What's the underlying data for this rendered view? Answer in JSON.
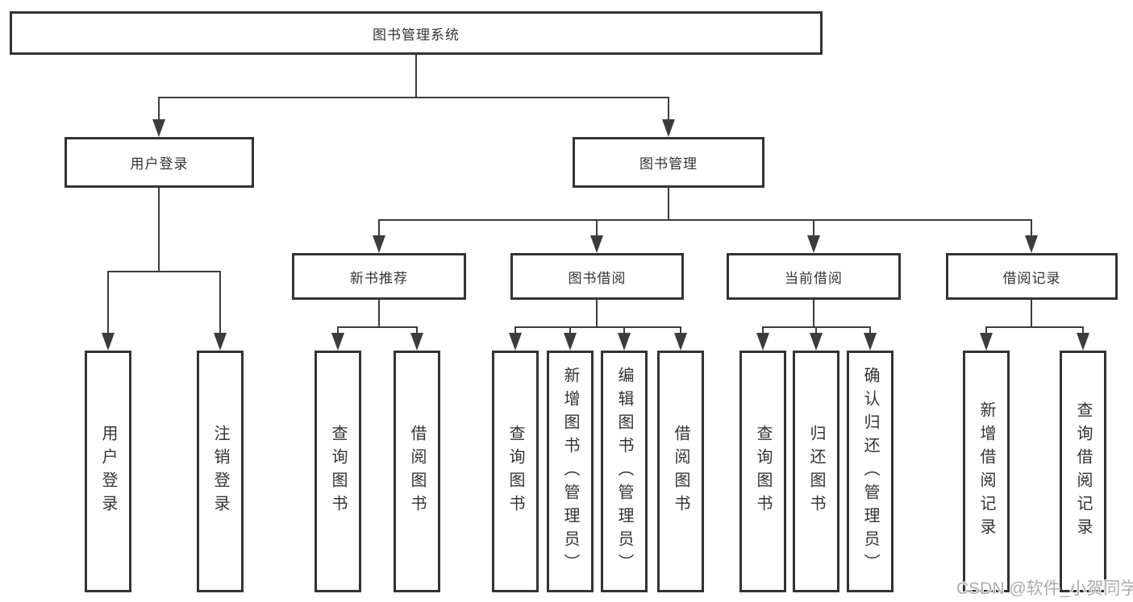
{
  "tree": {
    "label": "图书管理系统",
    "children": [
      {
        "label": "用户登录",
        "children": [
          {
            "label": "用户登录"
          },
          {
            "label": "注销登录"
          }
        ]
      },
      {
        "label": "图书管理",
        "children": [
          {
            "label": "新书推荐",
            "children": [
              {
                "label": "查询图书"
              },
              {
                "label": "借阅图书"
              }
            ]
          },
          {
            "label": "图书借阅",
            "children": [
              {
                "label": "查询图书"
              },
              {
                "label": "新增图书（管理员）"
              },
              {
                "label": "编辑图书（管理员）"
              },
              {
                "label": "借阅图书"
              }
            ]
          },
          {
            "label": "当前借阅",
            "children": [
              {
                "label": "查询图书"
              },
              {
                "label": "归还图书"
              },
              {
                "label": "确认归还（管理员）"
              }
            ]
          },
          {
            "label": "借阅记录",
            "children": [
              {
                "label": "新增借阅记录"
              },
              {
                "label": "查询借阅记录"
              }
            ]
          }
        ]
      }
    ]
  },
  "watermark": {
    "text": "CSDN @软件_小贺同学"
  },
  "colors": {
    "line": "#3c3c3c",
    "box_border": "#333333",
    "text": "#333333",
    "watermark": "#a8a8a8"
  }
}
